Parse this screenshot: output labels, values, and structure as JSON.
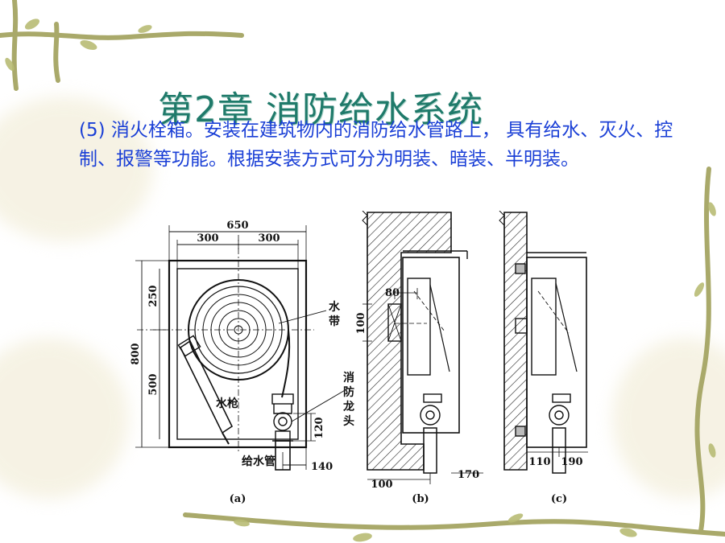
{
  "slide": {
    "title": "第2章   消防给水系统",
    "body": "(5) 消火栓箱。安装在建筑物内的消防给水管路上， 具有给水、灭火、控制、报警等功能。根据安装方式可分为明装、暗装、半明装。"
  },
  "figure": {
    "dims": {
      "width_total": "650",
      "width_left": "300",
      "width_right": "300",
      "height_total": "800",
      "height_top": "250",
      "height_bottom": "500",
      "valve_height": "120",
      "pipe_offset": "140",
      "b_hose_w": "80",
      "b_hose_h": "100",
      "b_wall_off": "100",
      "b_box_off": "170",
      "c_left": "110",
      "c_right": "190"
    },
    "labels": {
      "hose_1": "水",
      "hose_2": "带",
      "nozzle": "水枪",
      "valve_1": "消",
      "valve_2": "防",
      "valve_3": "龙",
      "valve_4": "头",
      "supply_pipe": "给水管"
    },
    "captions": {
      "a": "(a)",
      "b": "(b)",
      "c": "(c)"
    }
  }
}
